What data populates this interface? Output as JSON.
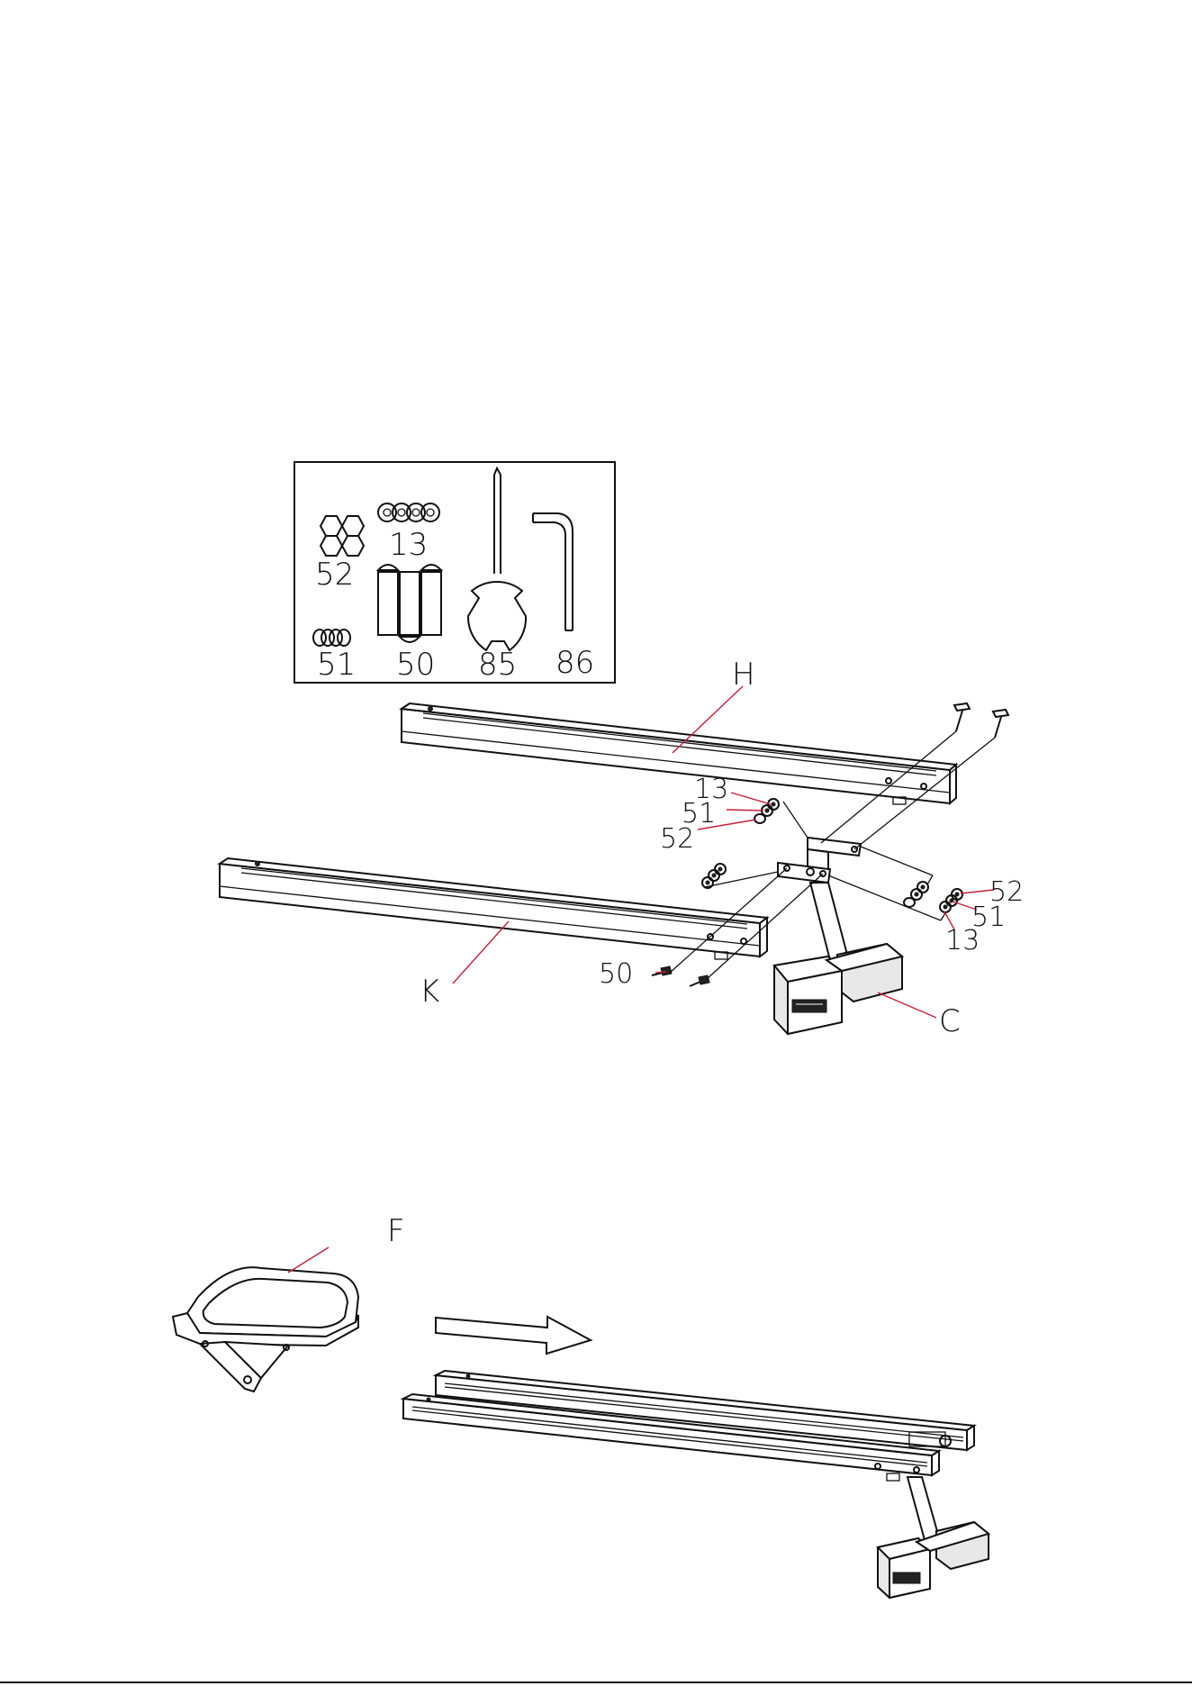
{
  "hardware_box": {
    "parts": [
      {
        "id": "52"
      },
      {
        "id": "13"
      },
      {
        "id": "51"
      },
      {
        "id": "50"
      },
      {
        "id": "85"
      },
      {
        "id": "86"
      }
    ]
  },
  "step1": {
    "labels": {
      "rail_top": "H",
      "rail_bottom": "K",
      "front_stabilizer": "C",
      "washer_left": "13",
      "spring_washer_left": "51",
      "nut_left": "52",
      "bolt": "50",
      "nut_right": "52",
      "spring_washer_right": "51",
      "washer_right": "13"
    }
  },
  "step2": {
    "labels": {
      "seat": "F"
    }
  }
}
